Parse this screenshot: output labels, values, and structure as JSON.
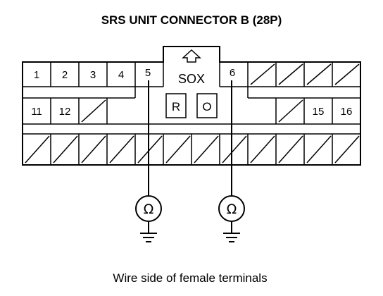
{
  "title": "SRS UNIT CONNECTOR B (28P)",
  "caption": "Wire side of female terminals",
  "connector": {
    "center_label": "SOX",
    "keys": [
      "R",
      "O"
    ],
    "row1_pins": [
      "1",
      "2",
      "3",
      "4",
      "5",
      "6"
    ],
    "row2_pins": [
      "11",
      "12",
      "15",
      "16"
    ]
  },
  "meters": [
    {
      "pin": "5",
      "symbol": "Ω"
    },
    {
      "pin": "6",
      "symbol": "Ω"
    }
  ]
}
